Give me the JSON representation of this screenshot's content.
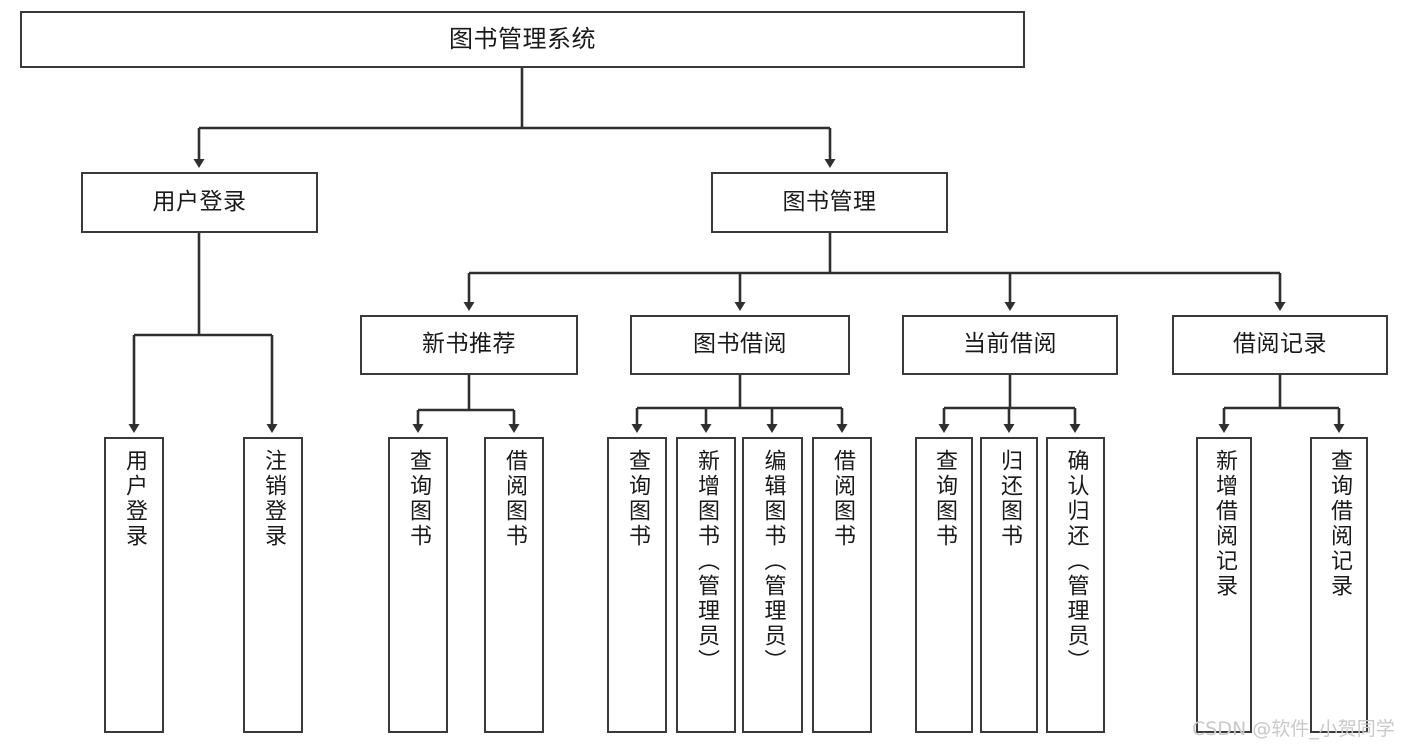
{
  "diagram": {
    "type": "tree-hierarchy",
    "title": "图书管理系统",
    "watermark": "CSDN @软件_小贺同学",
    "colors": {
      "stroke": "#3a3a3a",
      "fill": "#ffffff",
      "text": "#1a1a1a",
      "watermark": "#c9c9c9"
    },
    "nodes": {
      "root": {
        "label": "图书管理系统"
      },
      "l1": [
        {
          "id": "user-login",
          "label": "用户登录"
        },
        {
          "id": "book-manage",
          "label": "图书管理"
        }
      ],
      "l2": [
        {
          "id": "new-book-rec",
          "label": "新书推荐"
        },
        {
          "id": "book-borrow",
          "label": "图书借阅"
        },
        {
          "id": "current-borrow",
          "label": "当前借阅"
        },
        {
          "id": "borrow-record",
          "label": "借阅记录"
        }
      ],
      "leaves": {
        "user-login": [
          {
            "id": "leaf-user-login",
            "label": "用户登录"
          },
          {
            "id": "leaf-logout",
            "label": "注销登录"
          }
        ],
        "new-book-rec": [
          {
            "id": "leaf-query-book-1",
            "label": "查询图书"
          },
          {
            "id": "leaf-borrow-book-1",
            "label": "借阅图书"
          }
        ],
        "book-borrow": [
          {
            "id": "leaf-query-book-2",
            "label": "查询图书"
          },
          {
            "id": "leaf-add-book",
            "label": "新增图书（管理员）"
          },
          {
            "id": "leaf-edit-book",
            "label": "编辑图书（管理员）"
          },
          {
            "id": "leaf-borrow-book-2",
            "label": "借阅图书"
          }
        ],
        "current-borrow": [
          {
            "id": "leaf-query-book-3",
            "label": "查询图书"
          },
          {
            "id": "leaf-return-book",
            "label": "归还图书"
          },
          {
            "id": "leaf-confirm-return",
            "label": "确认归还（管理员）"
          }
        ],
        "borrow-record": [
          {
            "id": "leaf-add-record",
            "label": "新增借阅记录"
          },
          {
            "id": "leaf-query-record",
            "label": "查询借阅记录"
          }
        ]
      }
    }
  }
}
